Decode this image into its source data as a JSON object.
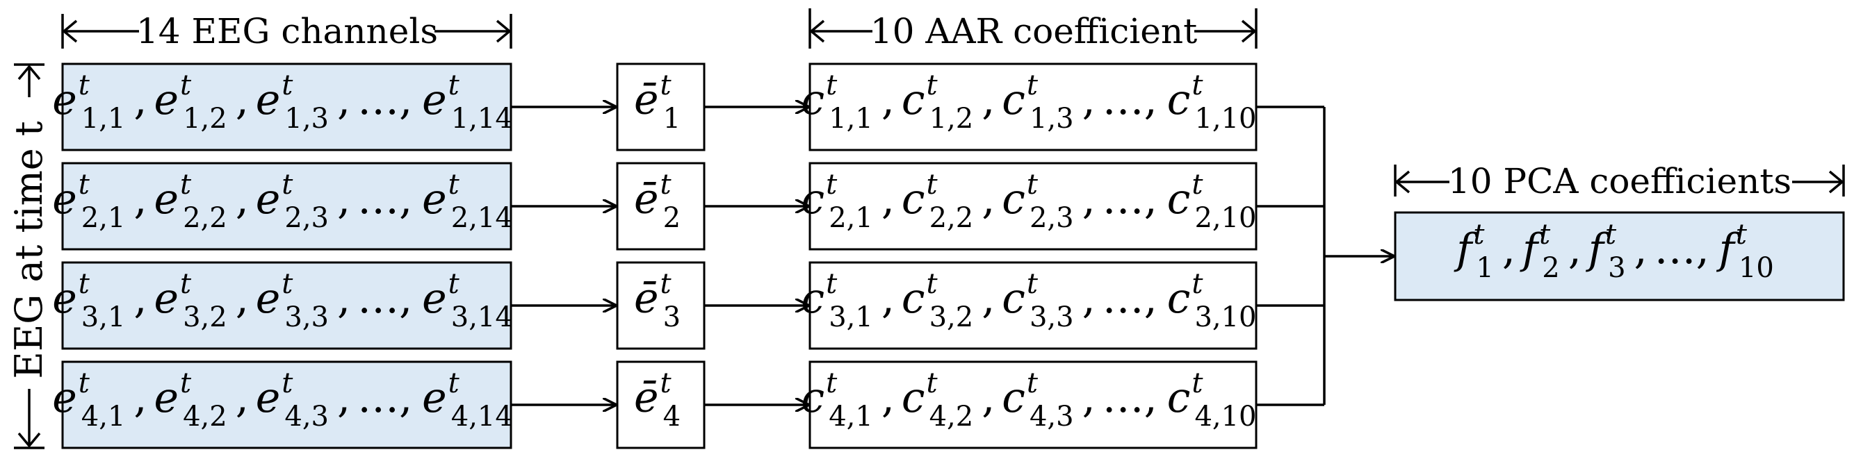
{
  "headers": {
    "channels": "14 EEG channels",
    "aar": "10 AAR coefficient",
    "pca": "10 PCA coefficients"
  },
  "side_label": "EEG at time t",
  "time_symbol": "t",
  "ellipsis": "…",
  "comma": ",",
  "mean_symbol": "ē",
  "rows": [
    {
      "eeg": [
        {
          "base": "e",
          "sub": "1,1"
        },
        {
          "base": "e",
          "sub": "1,2"
        },
        {
          "base": "e",
          "sub": "1,3"
        },
        {
          "base": "e",
          "sub": "1,14"
        }
      ],
      "mean": {
        "base": "ē",
        "sub": "1"
      },
      "aar": [
        {
          "base": "c",
          "sub": "1,1"
        },
        {
          "base": "c",
          "sub": "1,2"
        },
        {
          "base": "c",
          "sub": "1,3"
        },
        {
          "base": "c",
          "sub": "1,10"
        }
      ]
    },
    {
      "eeg": [
        {
          "base": "e",
          "sub": "2,1"
        },
        {
          "base": "e",
          "sub": "2,2"
        },
        {
          "base": "e",
          "sub": "2,3"
        },
        {
          "base": "e",
          "sub": "2,14"
        }
      ],
      "mean": {
        "base": "ē",
        "sub": "2"
      },
      "aar": [
        {
          "base": "c",
          "sub": "2,1"
        },
        {
          "base": "c",
          "sub": "2,2"
        },
        {
          "base": "c",
          "sub": "2,3"
        },
        {
          "base": "c",
          "sub": "2,10"
        }
      ]
    },
    {
      "eeg": [
        {
          "base": "e",
          "sub": "3,1"
        },
        {
          "base": "e",
          "sub": "3,2"
        },
        {
          "base": "e",
          "sub": "3,3"
        },
        {
          "base": "e",
          "sub": "3,14"
        }
      ],
      "mean": {
        "base": "ē",
        "sub": "3"
      },
      "aar": [
        {
          "base": "c",
          "sub": "3,1"
        },
        {
          "base": "c",
          "sub": "3,2"
        },
        {
          "base": "c",
          "sub": "3,3"
        },
        {
          "base": "c",
          "sub": "3,10"
        }
      ]
    },
    {
      "eeg": [
        {
          "base": "e",
          "sub": "4,1"
        },
        {
          "base": "e",
          "sub": "4,2"
        },
        {
          "base": "e",
          "sub": "4,3"
        },
        {
          "base": "e",
          "sub": "4,14"
        }
      ],
      "mean": {
        "base": "ē",
        "sub": "4"
      },
      "aar": [
        {
          "base": "c",
          "sub": "4,1"
        },
        {
          "base": "c",
          "sub": "4,2"
        },
        {
          "base": "c",
          "sub": "4,3"
        },
        {
          "base": "c",
          "sub": "4,10"
        }
      ]
    }
  ],
  "pca": [
    {
      "base": "f",
      "sub": "1"
    },
    {
      "base": "f",
      "sub": "2"
    },
    {
      "base": "f",
      "sub": "3"
    },
    {
      "base": "f",
      "sub": "10"
    }
  ],
  "colors": {
    "box_fill": "#dce9f5",
    "stroke": "#000000"
  }
}
